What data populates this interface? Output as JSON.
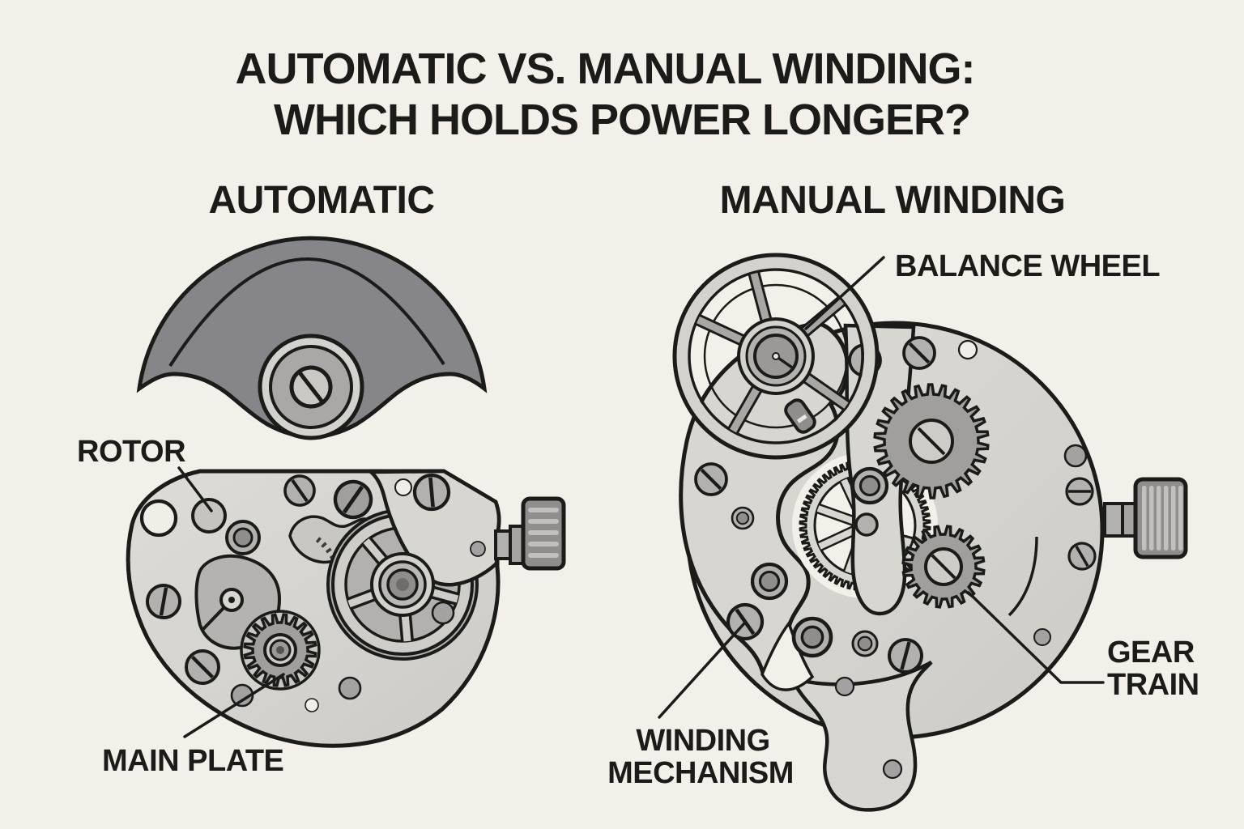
{
  "title": {
    "line1": "AUTOMATIC VS. MANUAL WINDING:",
    "line2": "WHICH HOLDS POWER LONGER?"
  },
  "sections": {
    "automatic": {
      "heading": "AUTOMATIC",
      "labels": {
        "rotor": "ROTOR",
        "main_plate": "MAIN PLATE"
      }
    },
    "manual": {
      "heading": "MANUAL WINDING",
      "labels": {
        "balance_wheel": "BALANCE WHEEL",
        "gear_train": [
          "GEAR",
          "TRAIN"
        ],
        "winding_mechanism": [
          "WINDING",
          "MECHANISM"
        ]
      }
    }
  },
  "colors": {
    "bg": "#f3f0e9",
    "ink": "#1b1b19",
    "plate": "#d8d6d0",
    "plateShade": "#c9c7c1",
    "recess": "#b3b1ad",
    "metalMid": "#a3a2a0",
    "metalDark": "#8f8e8c",
    "rotor": "#85858a",
    "gear": "#a19f9c",
    "hubLight": "#d4d2cc",
    "ridge": "#c2c0bc"
  }
}
